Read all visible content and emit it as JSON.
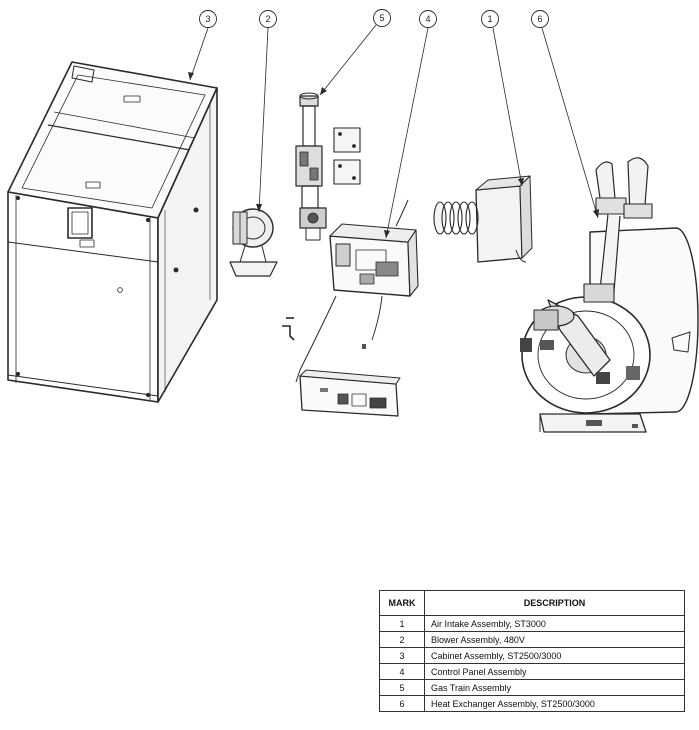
{
  "callouts": [
    "3",
    "2",
    "5",
    "4",
    "1",
    "6"
  ],
  "parts_table": {
    "headers": {
      "mark": "MARK",
      "description": "DESCRIPTION"
    },
    "rows": [
      {
        "mark": "1",
        "description": "Air Intake Assembly, ST3000"
      },
      {
        "mark": "2",
        "description": "Blower Assembly, 480V"
      },
      {
        "mark": "3",
        "description": "Cabinet Assembly, ST2500/3000"
      },
      {
        "mark": "4",
        "description": "Control Panel Assembly"
      },
      {
        "mark": "5",
        "description": "Gas Train Assembly"
      },
      {
        "mark": "6",
        "description": "Heat Exchanger Assembly, ST2500/3000"
      }
    ]
  }
}
